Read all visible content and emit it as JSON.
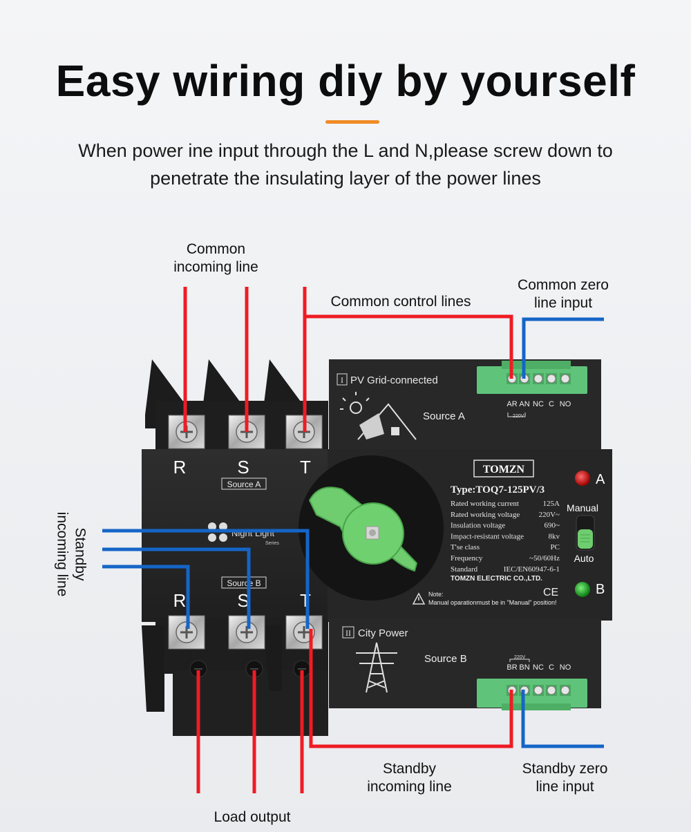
{
  "header": {
    "title": "Easy wiring diy by yourself",
    "subtitle_line1": "When power ine input through the L and N,please screw down to",
    "subtitle_line2": "penetrate the insulating layer of the power lines"
  },
  "callouts": {
    "common_incoming_line": [
      "Common",
      "incoming line"
    ],
    "common_control_lines": "Common control lines",
    "common_zero_line_input": [
      "Common zero",
      "line input"
    ],
    "standby_incoming_left": [
      "Standby",
      "incoming line"
    ],
    "standby_incoming_bottom": [
      "Standby",
      "incoming line"
    ],
    "standby_zero_line_input": [
      "Standby zero",
      "line input"
    ],
    "load_output": "Load output"
  },
  "device": {
    "phase_top": [
      "R",
      "S",
      "T"
    ],
    "phase_bottom": [
      "R",
      "S",
      "T"
    ],
    "source_a_badge": "Source A",
    "source_b_badge": "Source B",
    "series_brand": "Night Light",
    "series_word": "Series",
    "pv_panel_label": "PV Grid-connected",
    "city_panel_label": "City Power",
    "source_a_label": "Source A",
    "source_b_label": "Source B",
    "terminals_a": [
      "AR",
      "AN",
      "NC",
      "C",
      "NO"
    ],
    "terminals_b": [
      "BR",
      "BN",
      "NC",
      "C",
      "NO"
    ],
    "voltage_tag": "220V",
    "brand": "TOMZN",
    "type": "Type:TOQ7-125PV/3",
    "specs": [
      {
        "name": "Rated working current",
        "value": "125A"
      },
      {
        "name": "Rated working voltage",
        "value": "220V~"
      },
      {
        "name": "Insulation voltage",
        "value": "690~"
      },
      {
        "name": "Impact-resistant voltage",
        "value": "8kv"
      },
      {
        "name": "T'se class",
        "value": "PC"
      },
      {
        "name": "Frequency",
        "value": "~50/60Hz"
      },
      {
        "name": "Standard",
        "value": "IEC/EN60947-6-1"
      }
    ],
    "manufacturer": "TOMZN ELECTRIC CO.,LTD.",
    "ce_mark": "CE",
    "indicator_a": "A",
    "indicator_b": "B",
    "mode_manual": "Manual",
    "mode_auto": "Auto",
    "note_title": "Note:",
    "note_text": "Manual oparationmust be in \"Manual\" position!"
  },
  "colors": {
    "accent": "#f08a24",
    "red_wire": "#ee1c24",
    "blue_wire": "#1565c8",
    "device_body": "#262626",
    "terminal_green": "#5fc37a",
    "knob_green": "#66cc66",
    "led_red": "#c41414",
    "led_green": "#18a020"
  }
}
